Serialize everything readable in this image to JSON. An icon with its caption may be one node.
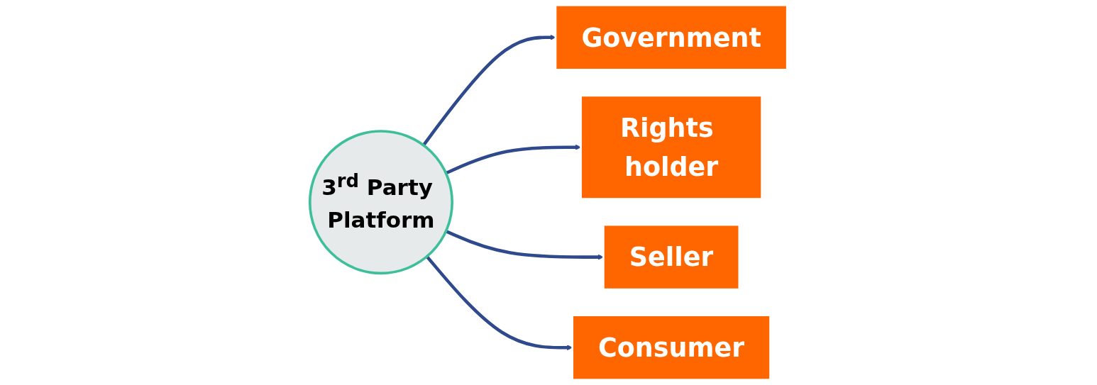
{
  "diagram": {
    "nodes": [
      {
        "text": [
          "Government"
        ]
      },
      {
        "text": [
          "Rights holder"
        ]
      },
      {
        "text": [
          "3$^{rd}$ Party Platform"
        ]
      },
      {
        "text": [
          "Seller"
        ]
      },
      {
        "text": [
          "Consumer"
        ]
      }
    ],
    "edges": [
      {
        "from": 2,
        "to": 0,
        "arrow": "to"
      },
      {
        "from": 2,
        "to": 1,
        "arrow": "to"
      },
      {
        "from": 2,
        "to": 3,
        "arrow": "to"
      },
      {
        "from": 2,
        "to": 4,
        "arrow": "to"
      }
    ]
  }
}
